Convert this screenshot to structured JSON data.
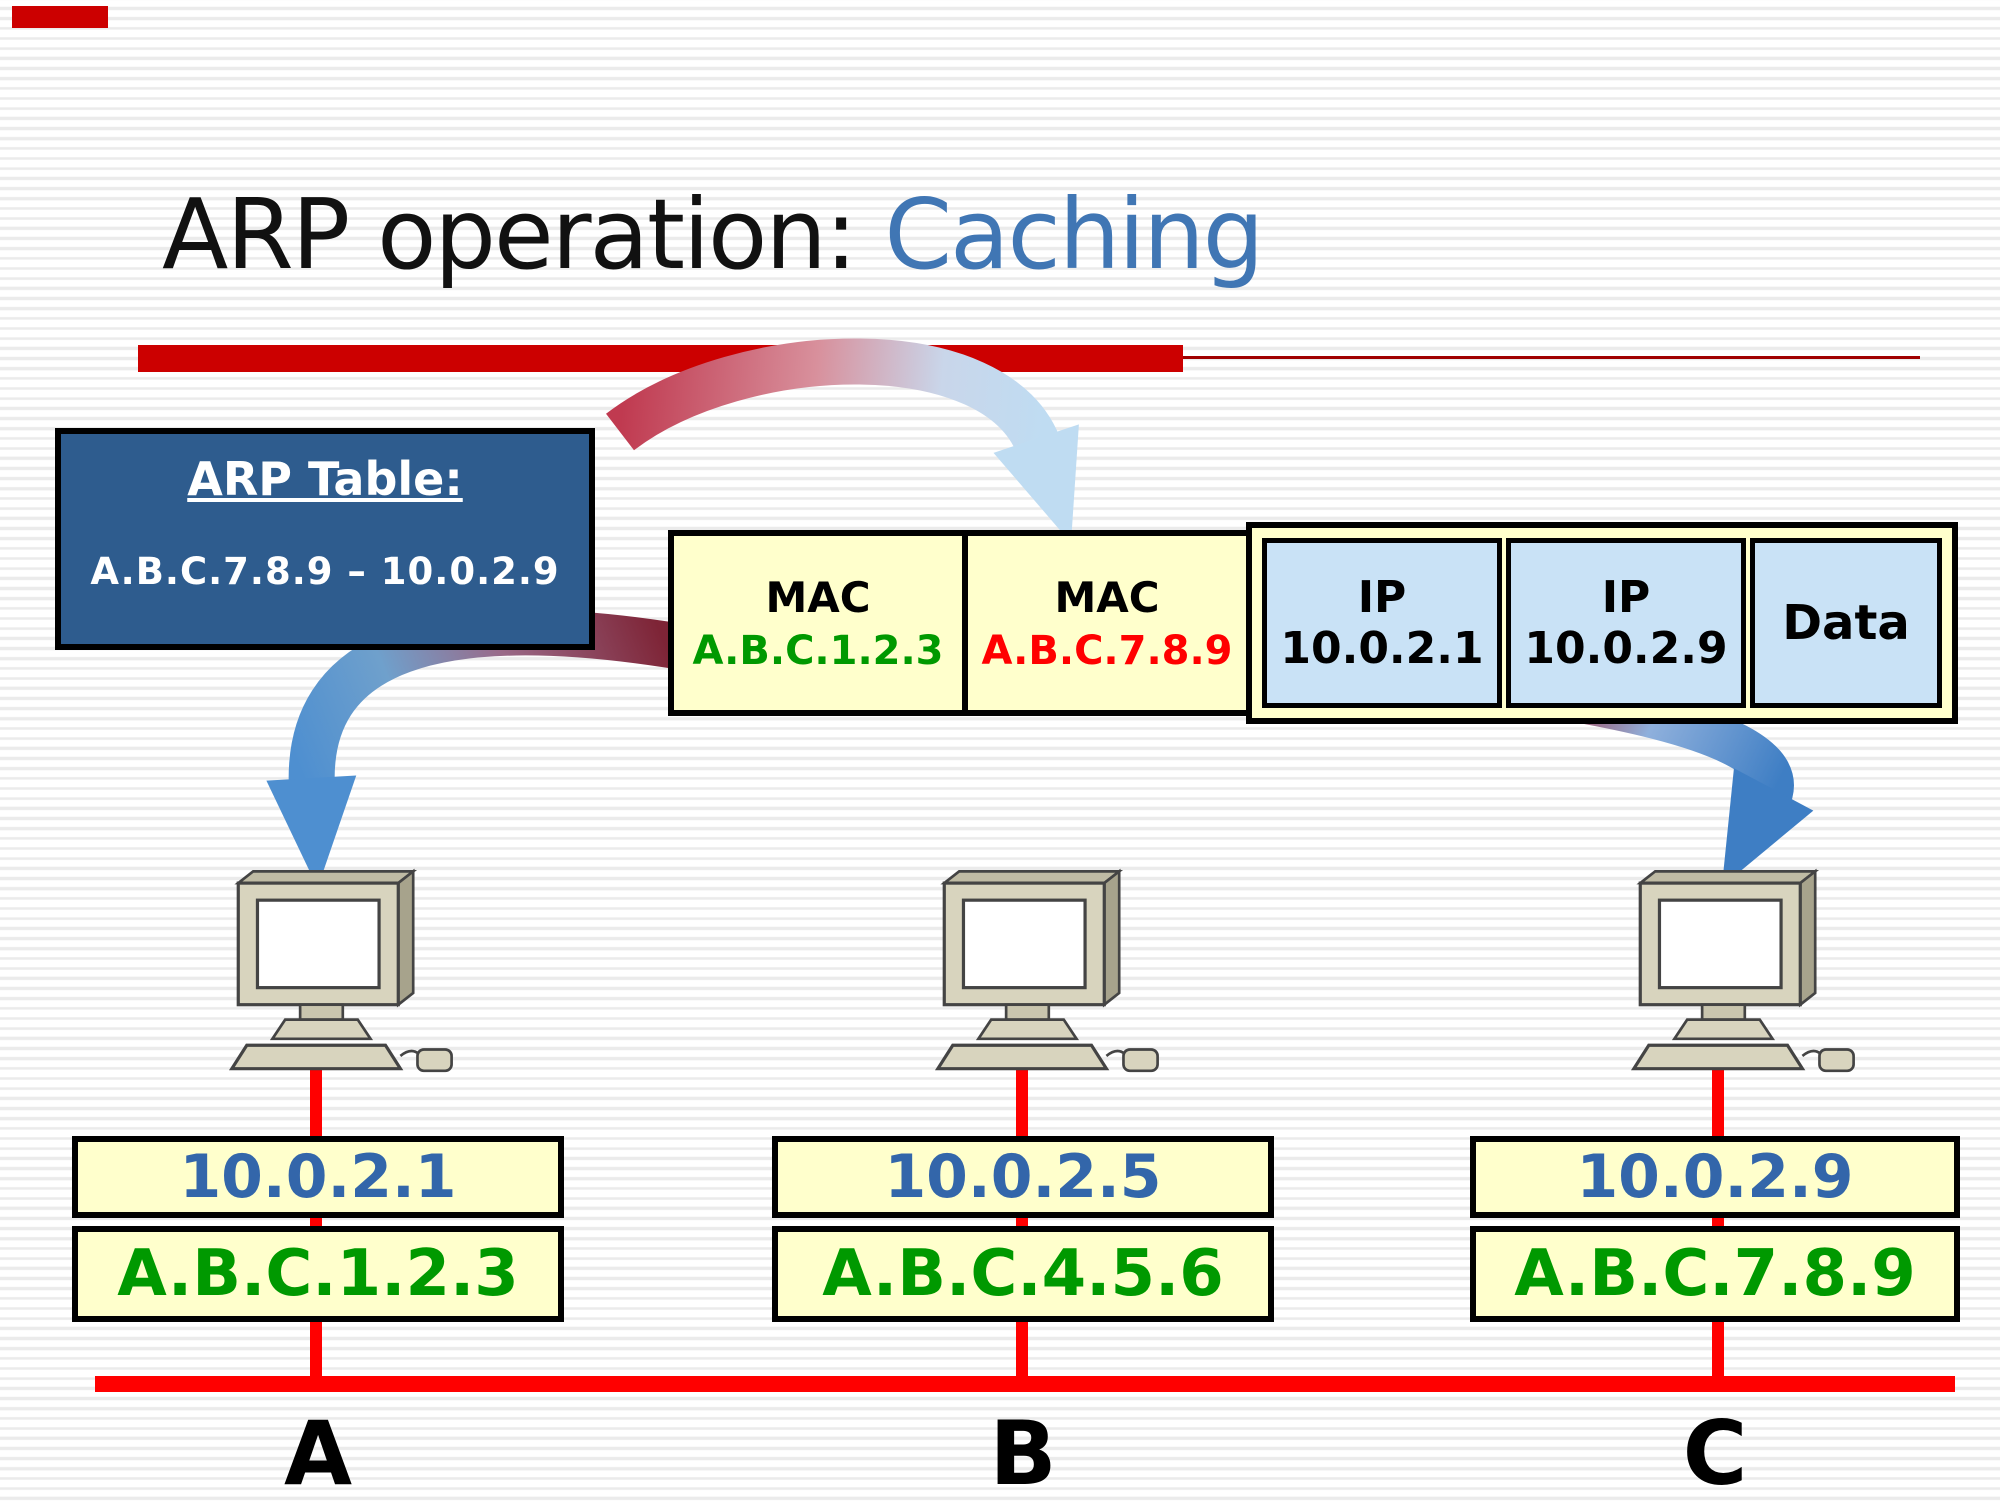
{
  "title": {
    "prefix": "ARP operation: ",
    "highlight": "Caching"
  },
  "arp_table": {
    "heading": "ARP Table:",
    "entry": "A.B.C.7.8.9 – 10.0.2.9"
  },
  "packet": {
    "fields": [
      {
        "label": "MAC",
        "value": "A.B.C.1.2.3"
      },
      {
        "label": "MAC",
        "value": "A.B.C.7.8.9"
      }
    ],
    "ip_fields": [
      {
        "label": "IP",
        "value": "10.0.2.1"
      },
      {
        "label": "IP",
        "value": "10.0.2.9"
      }
    ],
    "data_label": "Data"
  },
  "hosts": [
    {
      "name": "A",
      "ip": "10.0.2.1",
      "mac": "A.B.C.1.2.3"
    },
    {
      "name": "B",
      "ip": "10.0.2.5",
      "mac": "A.B.C.4.5.6"
    },
    {
      "name": "C",
      "ip": "10.0.2.9",
      "mac": "A.B.C.7.8.9"
    }
  ],
  "colors": {
    "title_accent": "#4076B4",
    "bar_red": "#CC0000",
    "arp_table_bg": "#2E5C8E",
    "box_yellow": "#FFFFCC",
    "ip_box_blue": "#C9E2F6",
    "mac_green": "#009900",
    "mac_red": "#FF0000",
    "ip_blue": "#3366AA",
    "bus_red": "#FF0000"
  }
}
